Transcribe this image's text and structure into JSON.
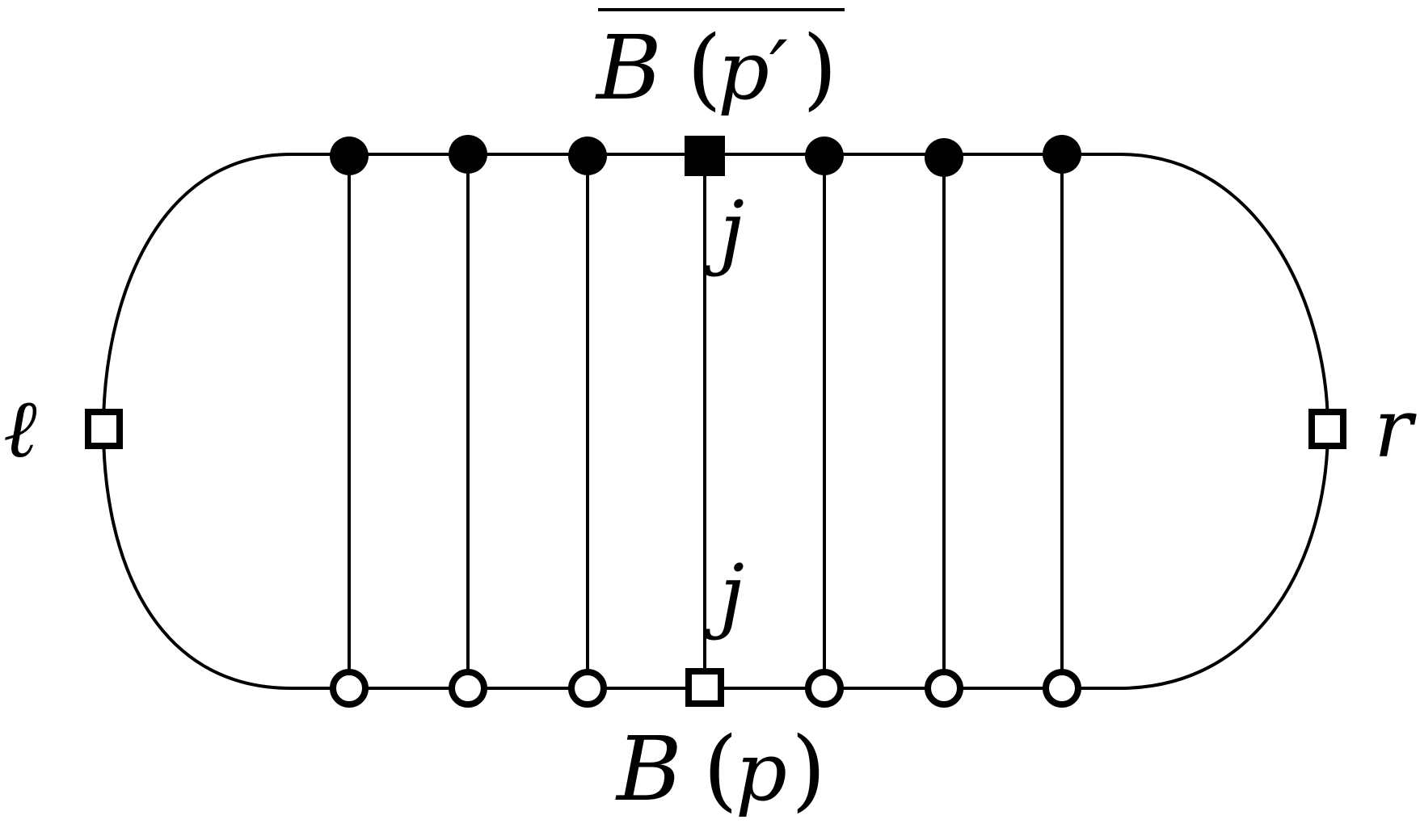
{
  "labels": {
    "top_b": "B",
    "top_arg": "p′",
    "bottom_b": "B",
    "bottom_arg": "p",
    "left": "ℓ",
    "right": "r",
    "j_upper": "j",
    "j_lower": "j",
    "open_paren": "(",
    "close_paren": ")"
  },
  "colors": {
    "stroke": "#000000",
    "fill_open": "#ffffff"
  }
}
